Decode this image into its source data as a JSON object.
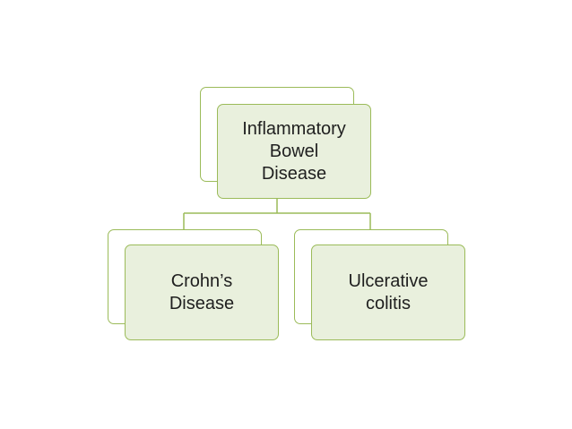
{
  "diagram": {
    "root": {
      "label": "Inflammatory\nBowel\nDisease"
    },
    "children": [
      {
        "label": "Crohn’s\nDisease"
      },
      {
        "label": "Ulcerative\ncolitis"
      }
    ]
  },
  "colors": {
    "border": "#9bbb59",
    "fill": "#e9f0dd",
    "connector": "#9bbb59",
    "text": "#1f1f1f"
  }
}
